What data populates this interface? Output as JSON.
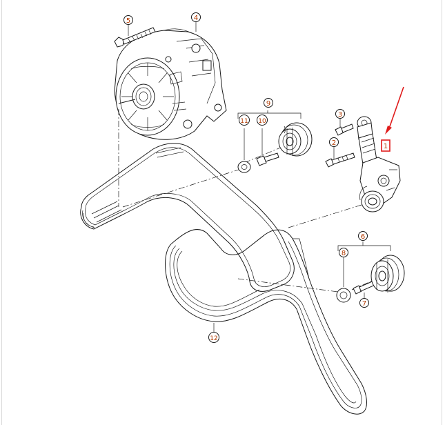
{
  "diagram": {
    "callouts": {
      "c1": "1",
      "c2": "2",
      "c3": "3",
      "c4": "4",
      "c5": "5",
      "c6": "6",
      "c7": "7",
      "c8": "8",
      "c9": "9",
      "c10": "10",
      "c11": "11",
      "c12": "12"
    },
    "highlight_color": "#e01b1b",
    "callout_color": "#b23a00"
  }
}
